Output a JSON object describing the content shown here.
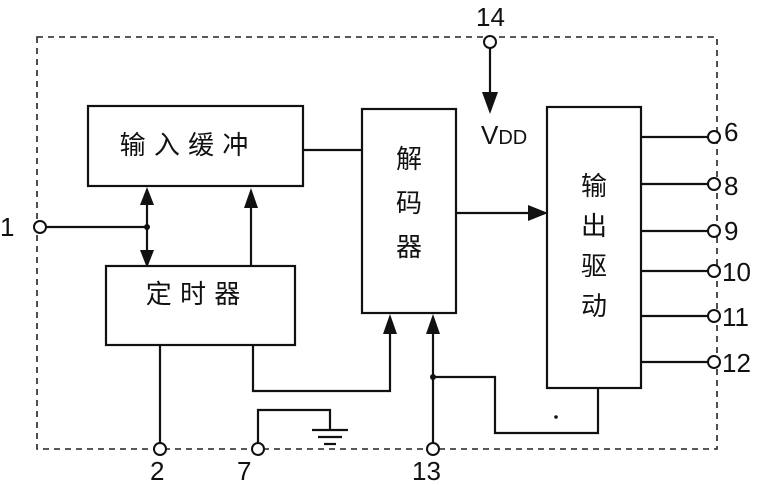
{
  "blocks": {
    "input_buffer": "输 入 缓 冲",
    "timer": "定 时 器",
    "decoder": [
      "解",
      "码",
      "器"
    ],
    "output_driver": [
      "输",
      "出",
      "驱",
      "动"
    ]
  },
  "supply": {
    "label_main": "V",
    "label_sub": "DD"
  },
  "pins": {
    "vdd": "14",
    "input": "1",
    "p2": "2",
    "p7": "7",
    "p13": "13",
    "out6": "6",
    "out8": "8",
    "out9": "9",
    "out10": "10",
    "out11": "11",
    "out12": "12"
  }
}
